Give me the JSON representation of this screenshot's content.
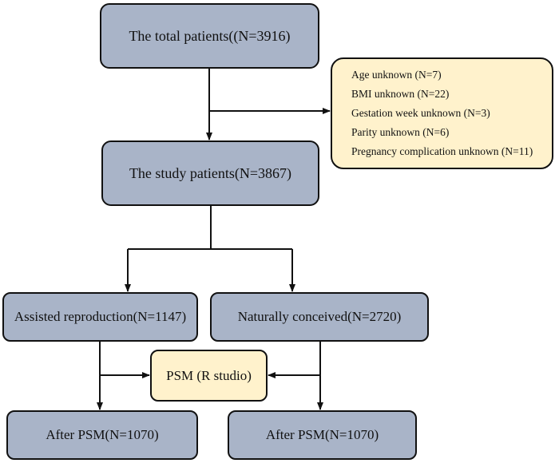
{
  "diagram": {
    "total": {
      "label": "The total patients((N=3916)"
    },
    "exclusions": {
      "items": [
        "Age  unknown (N=7)",
        "BMI unknown (N=22)",
        "Gestation week unknown (N=3)",
        "Parity unknown (N=6)",
        "Pregnancy complication unknown (N=11)"
      ]
    },
    "study": {
      "label": "The study patients(N=3867)"
    },
    "assisted": {
      "label": "Assisted reproduction(N=1147)"
    },
    "natural": {
      "label": "Naturally conceived(N=2720)"
    },
    "psm": {
      "label": "PSM (R studio)"
    },
    "after_left": {
      "label": "After PSM(N=1070)"
    },
    "after_right": {
      "label": "After PSM(N=1070)"
    }
  },
  "colors": {
    "node_fill": "#a9b4c8",
    "highlight_fill": "#fff2cc",
    "stroke": "#111111"
  }
}
